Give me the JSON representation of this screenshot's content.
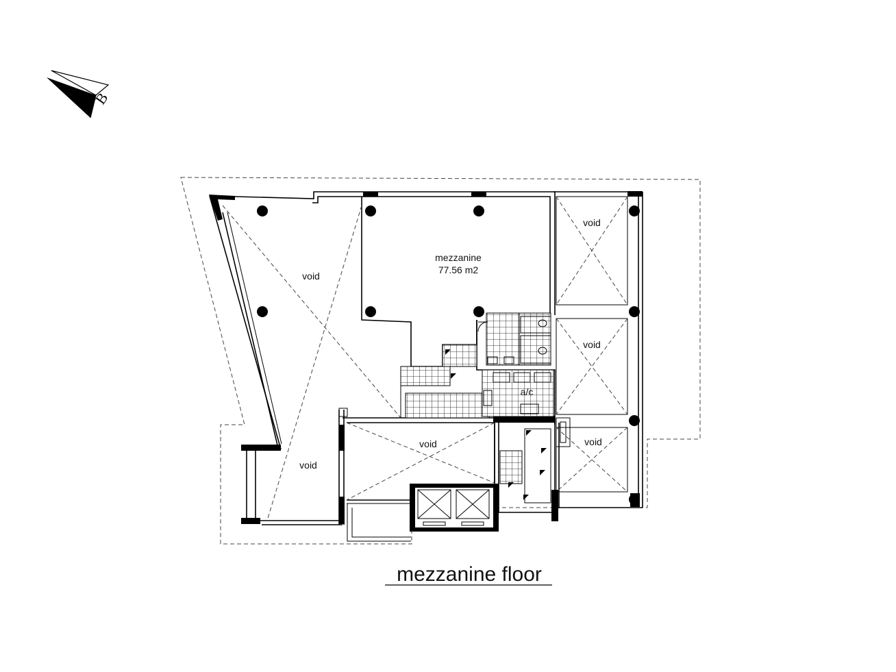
{
  "north_arrow": {
    "letter": "B",
    "icon": "north-arrow-icon"
  },
  "rooms": {
    "mezzanine_name": "mezzanine",
    "mezzanine_area": "77.56 m2",
    "void_left_top": "void",
    "void_left_bottom": "void",
    "void_center": "void",
    "void_right_top": "void",
    "void_right_middle": "void",
    "void_right_bottom": "void",
    "ac": "a/c"
  },
  "title": "mezzanine floor"
}
